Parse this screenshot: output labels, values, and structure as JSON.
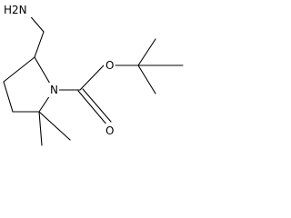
{
  "molecule": {
    "atom_labels": {
      "amine": "H2N",
      "ring_nitrogen": "N",
      "ester_oxygen": "O",
      "carbonyl_oxygen": "O"
    }
  },
  "colors": {
    "background": "#ffffff",
    "ink": "#000000"
  }
}
